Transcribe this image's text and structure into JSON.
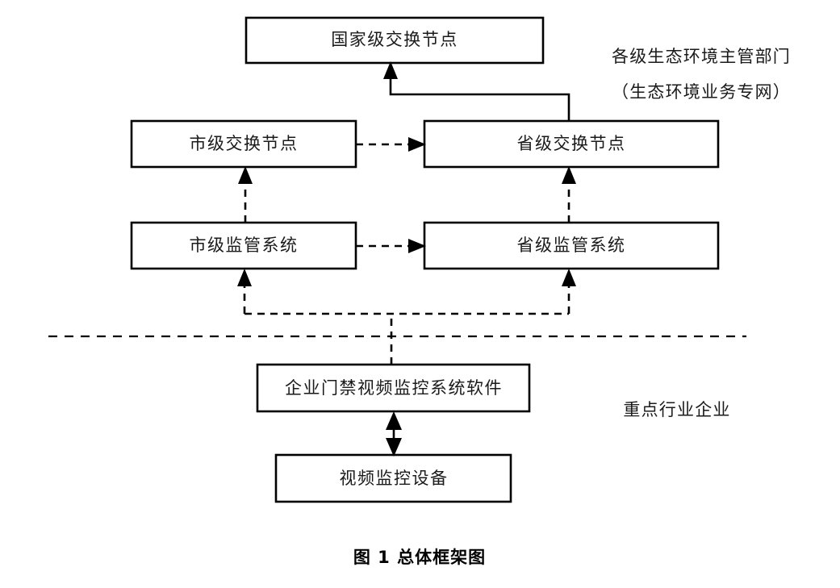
{
  "figure": {
    "caption": "图 1  总体框架图"
  },
  "nodes": {
    "national_exchange": "国家级交换节点",
    "city_exchange": "市级交换节点",
    "province_exchange": "省级交换节点",
    "city_supervision": "市级监管系统",
    "province_supervision": "省级监管系统",
    "enterprise_software": "企业门禁视频监控系统软件",
    "video_device": "视频监控设备"
  },
  "annotations": {
    "upper_zone_line1": "各级生态环境主管部门",
    "upper_zone_line2": "（生态环境业务专网）",
    "lower_zone": "重点行业企业"
  },
  "colors": {
    "stroke": "#000000",
    "box_fill": "#ffffff",
    "text": "#1a1a1a",
    "background": "#ffffff"
  }
}
